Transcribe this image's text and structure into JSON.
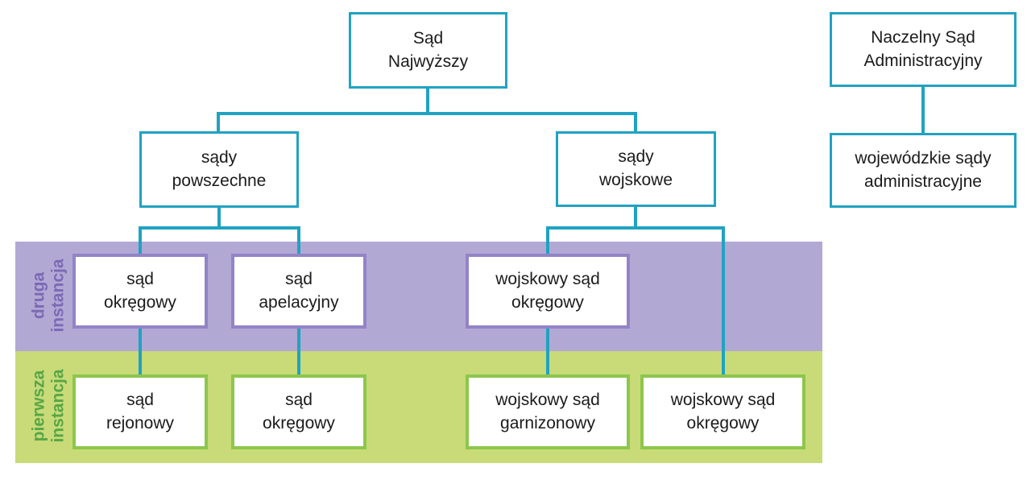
{
  "colors": {
    "line": "#21a2c1",
    "teal_border": "#21a2c1",
    "purple_band_bg": "#b2a8d4",
    "purple_box_border": "#9384c6",
    "purple_label": "#7a6ab5",
    "green_band_bg": "#c8db78",
    "green_box_border": "#8dc64d",
    "green_label": "#58a646",
    "box_bg": "#ffffff",
    "text": "#1b1b1b"
  },
  "nodes": {
    "sad_najwyzszy": {
      "label": "Sąd Najwyższy",
      "lines": [
        "Sąd",
        "Najwyższy"
      ]
    },
    "naczelny_sad_administracyjny": {
      "label": "Naczelny Sąd Administracyjny",
      "lines": [
        "Naczelny Sąd",
        "Administracyjny"
      ]
    },
    "sady_powszechne": {
      "label": "sądy powszechne",
      "lines": [
        "sądy",
        "powszechne"
      ]
    },
    "sady_wojskowe": {
      "label": "sądy wojskowe",
      "lines": [
        "sądy",
        "wojskowe"
      ]
    },
    "wojewodzkie_sady_administracyjne": {
      "label": "wojewódzkie sądy administracyjne",
      "lines": [
        "wojewódzkie sądy",
        "administracyjne"
      ]
    },
    "sad_okregowy_druga": {
      "label": "sąd okręgowy",
      "lines": [
        "sąd",
        "okręgowy"
      ]
    },
    "sad_apelacyjny": {
      "label": "sąd apelacyjny",
      "lines": [
        "sąd",
        "apelacyjny"
      ]
    },
    "wojskowy_sad_okregowy_druga": {
      "label": "wojskowy sąd okręgowy",
      "lines": [
        "wojskowy sąd",
        "okręgowy"
      ]
    },
    "sad_rejonowy": {
      "label": "sąd rejonowy",
      "lines": [
        "sąd",
        "rejonowy"
      ]
    },
    "sad_okregowy_pierwsza": {
      "label": "sąd okręgowy",
      "lines": [
        "sąd",
        "okręgowy"
      ]
    },
    "wojskowy_sad_garnizonowy": {
      "label": "wojskowy sąd garnizonowy",
      "lines": [
        "wojskowy sąd",
        "garnizonowy"
      ]
    },
    "wojskowy_sad_okregowy_pierwsza": {
      "label": "wojskowy sąd okręgowy",
      "lines": [
        "wojskowy sąd",
        "okręgowy"
      ]
    }
  },
  "bands": {
    "druga": {
      "label": "druga instancja",
      "lines": [
        "druga",
        "instancja"
      ]
    },
    "pierwsza": {
      "label": "pierwsza instancja",
      "lines": [
        "pierwsza",
        "instancja"
      ]
    }
  }
}
